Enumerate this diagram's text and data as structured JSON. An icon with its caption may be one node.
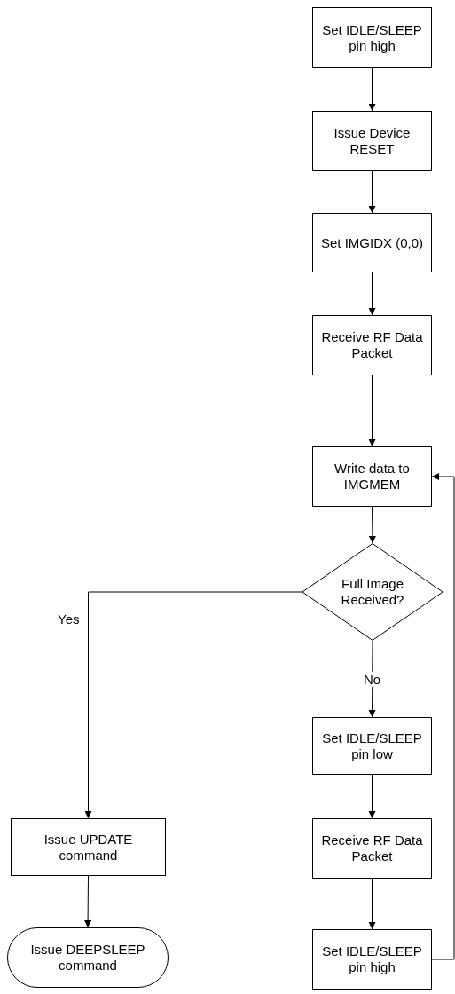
{
  "diagram": {
    "nodes": [
      {
        "text": [
          "Set IDLE/SLEEP pin high"
        ]
      },
      {
        "text": [
          "Issue Device RESET"
        ]
      },
      {
        "text": [
          "Set IMGIDX (0,0)"
        ]
      },
      {
        "text": [
          "Receive RF Data Packet"
        ]
      },
      {
        "text": [
          "Write data to IMGMEM"
        ]
      },
      {
        "text": [
          "Full Image Received?"
        ]
      },
      {
        "text": [
          "Set IDLE/SLEEP pin low"
        ]
      },
      {
        "text": [
          "Issue UPDATE command"
        ]
      },
      {
        "text": [
          "Receive RF Data Packet"
        ]
      },
      {
        "text": [
          "Issue DEEPSLEEP command"
        ]
      },
      {
        "text": [
          "Set IDLE/SLEEP pin high"
        ]
      }
    ],
    "edges": [
      {
        "from": 0,
        "to": 1,
        "arrow": "to"
      },
      {
        "from": 1,
        "to": 2,
        "arrow": "to"
      },
      {
        "from": 2,
        "to": 3,
        "arrow": "to"
      },
      {
        "from": 3,
        "to": 4,
        "arrow": "to"
      },
      {
        "from": 4,
        "to": 5,
        "arrow": "to"
      },
      {
        "from": 5,
        "to": 7,
        "arrow": "to",
        "label": "Yes"
      },
      {
        "from": 5,
        "to": 6,
        "arrow": "to",
        "label": "No"
      },
      {
        "from": 6,
        "to": 8,
        "arrow": "to"
      },
      {
        "from": 7,
        "to": 9,
        "arrow": "to"
      },
      {
        "from": 8,
        "to": 10,
        "arrow": "to"
      },
      {
        "from": 10,
        "to": 4,
        "arrow": "to"
      }
    ]
  }
}
